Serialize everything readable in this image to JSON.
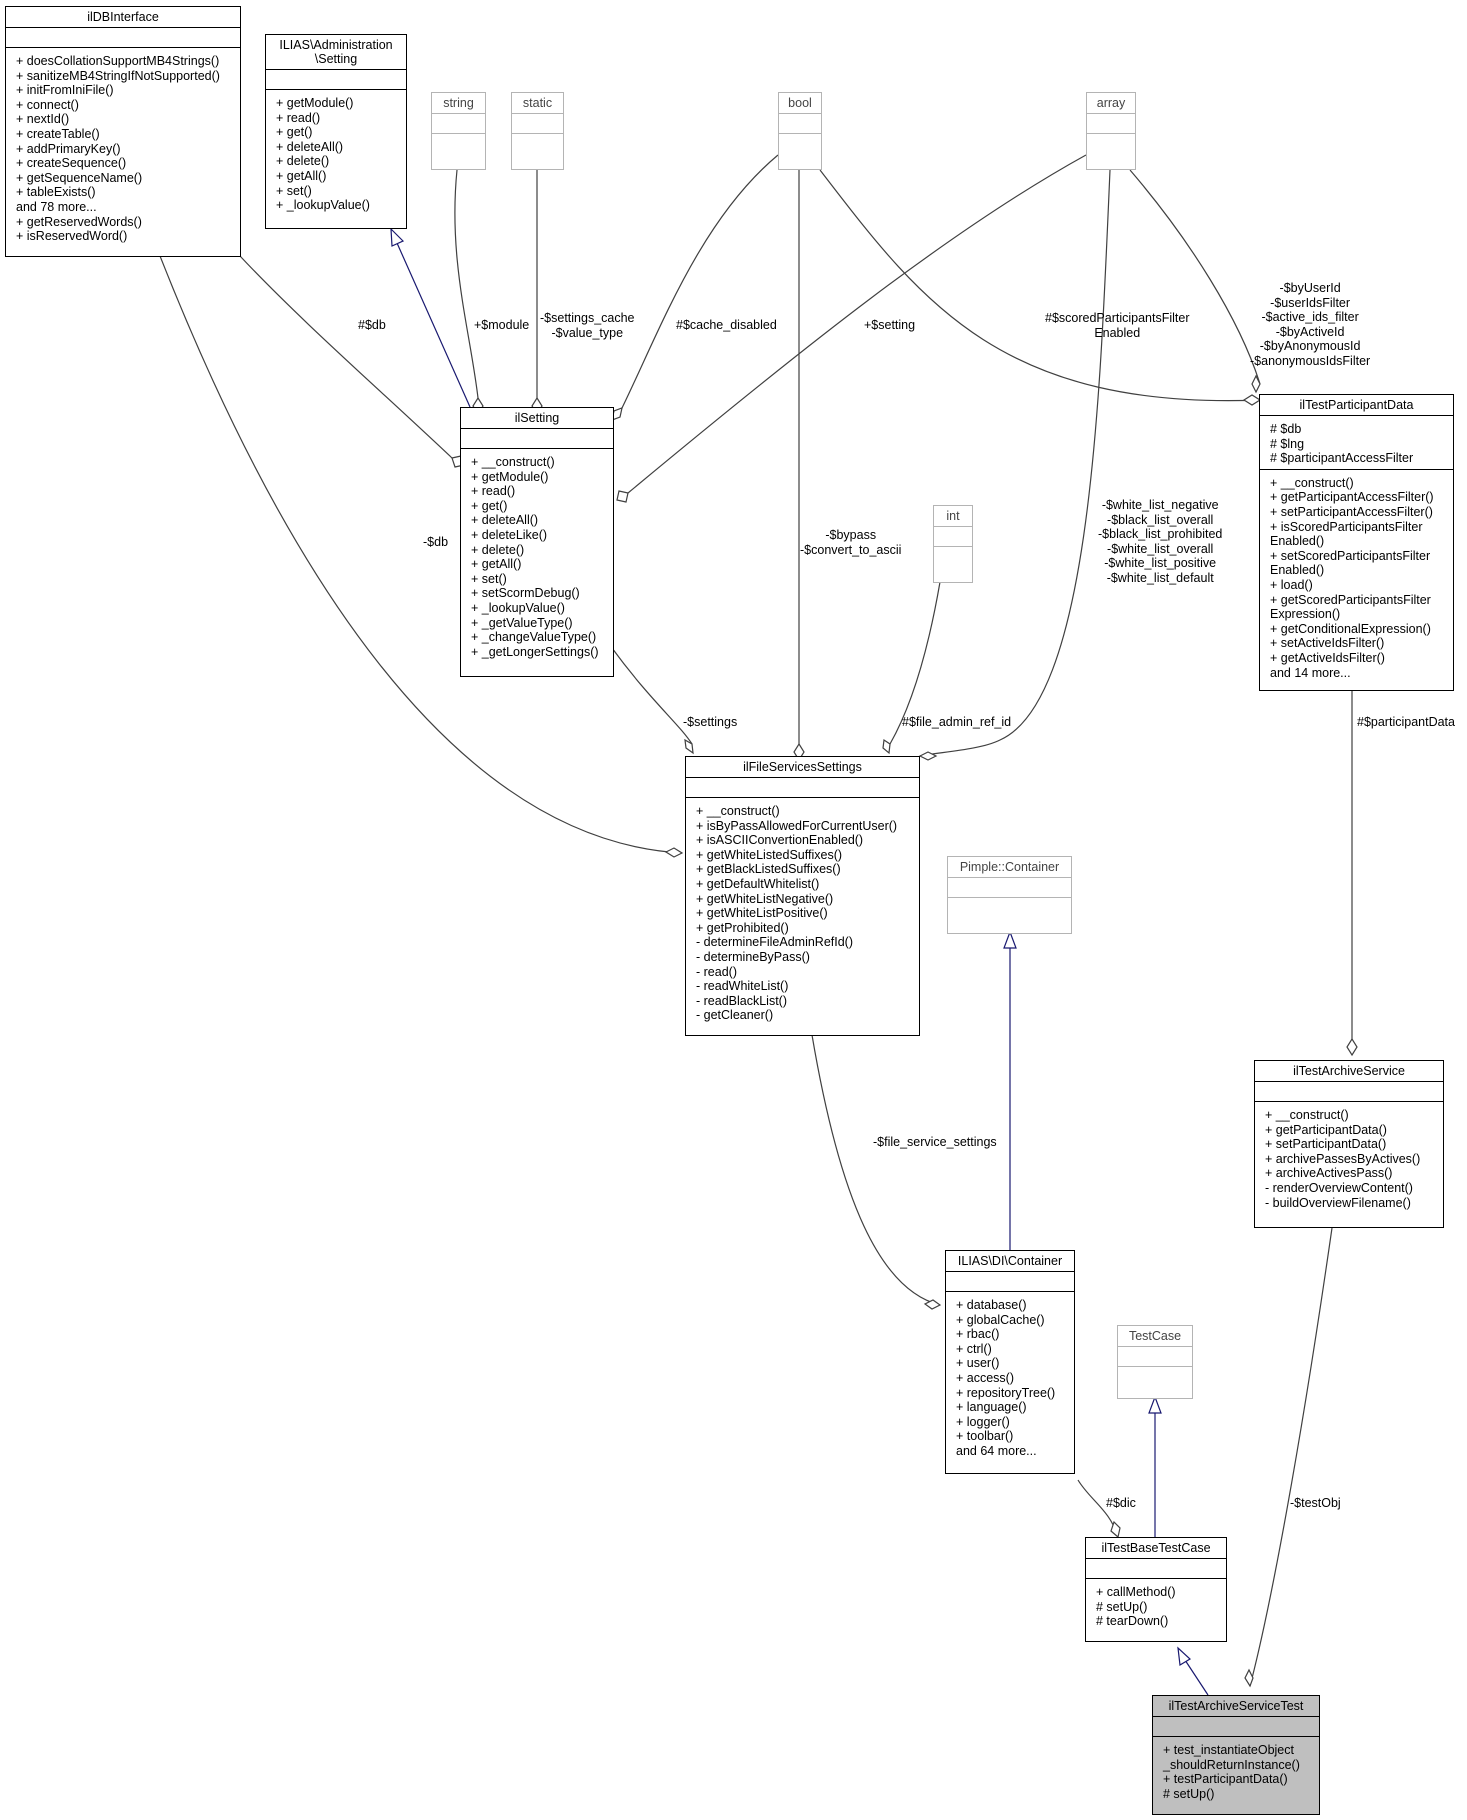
{
  "classes": {
    "ilDBInterface": {
      "name": "ilDBInterface",
      "attrs": [],
      "methods": [
        "+ doesCollationSupportMB4Strings()",
        "+ sanitizeMB4StringIfNotSupported()",
        "+ initFromIniFile()",
        "+ connect()",
        "+ nextId()",
        "+ createTable()",
        "+ addPrimaryKey()",
        "+ createSequence()",
        "+ getSequenceName()",
        "+ tableExists()",
        "and 78 more...",
        "+ getReservedWords()",
        "+ isReservedWord()"
      ]
    },
    "adminSetting": {
      "name": "ILIAS\\Administration\n\\Setting",
      "attrs": [],
      "methods": [
        "+ getModule()",
        "+ read()",
        "+ get()",
        "+ deleteAll()",
        "+ delete()",
        "+ getAll()",
        "+ set()",
        "+ _lookupValue()"
      ]
    },
    "string": {
      "name": "string"
    },
    "static": {
      "name": "static"
    },
    "bool": {
      "name": "bool"
    },
    "array": {
      "name": "array"
    },
    "int": {
      "name": "int"
    },
    "pimple": {
      "name": "Pimple::Container"
    },
    "testCase": {
      "name": "TestCase"
    },
    "ilSetting": {
      "name": "ilSetting",
      "attrs": [],
      "methods": [
        "+ __construct()",
        "+ getModule()",
        "+ read()",
        "+ get()",
        "+ deleteAll()",
        "+ deleteLike()",
        "+ delete()",
        "+ getAll()",
        "+ set()",
        "+ setScormDebug()",
        "+ _lookupValue()",
        "+ _getValueType()",
        "+ _changeValueType()",
        "+ _getLongerSettings()"
      ]
    },
    "ilTestParticipantData": {
      "name": "ilTestParticipantData",
      "attrs": [
        "# $db",
        "# $lng",
        "# $participantAccessFilter"
      ],
      "methods": [
        "+ __construct()",
        "+ getParticipantAccessFilter()",
        "+ setParticipantAccessFilter()",
        "+ isScoredParticipantsFilter",
        "Enabled()",
        "+ setScoredParticipantsFilter",
        "Enabled()",
        "+ load()",
        "+ getScoredParticipantsFilter",
        "Expression()",
        "+ getConditionalExpression()",
        "+ setActiveIdsFilter()",
        "+ getActiveIdsFilter()",
        "and 14 more..."
      ]
    },
    "ilFileServicesSettings": {
      "name": "ilFileServicesSettings",
      "attrs": [],
      "methods": [
        "+ __construct()",
        "+ isByPassAllowedForCurrentUser()",
        "+ isASCIIConvertionEnabled()",
        "+ getWhiteListedSuffixes()",
        "+ getBlackListedSuffixes()",
        "+ getDefaultWhitelist()",
        "+ getWhiteListNegative()",
        "+ getWhiteListPositive()",
        "+ getProhibited()",
        "- determineFileAdminRefId()",
        "- determineByPass()",
        "- read()",
        "- readWhiteList()",
        "- readBlackList()",
        "- getCleaner()"
      ]
    },
    "ilTestArchiveService": {
      "name": "ilTestArchiveService",
      "attrs": [],
      "methods": [
        "+ __construct()",
        "+ getParticipantData()",
        "+ setParticipantData()",
        "+ archivePassesByActives()",
        "+ archiveActivesPass()",
        "- renderOverviewContent()",
        "- buildOverviewFilename()"
      ]
    },
    "diContainer": {
      "name": "ILIAS\\DI\\Container",
      "attrs": [],
      "methods": [
        "+ database()",
        "+ globalCache()",
        "+ rbac()",
        "+ ctrl()",
        "+ user()",
        "+ access()",
        "+ repositoryTree()",
        "+ language()",
        "+ logger()",
        "+ toolbar()",
        "and 64 more..."
      ]
    },
    "ilTestBaseTestCase": {
      "name": "ilTestBaseTestCase",
      "attrs": [],
      "methods": [
        "+ callMethod()",
        "# setUp()",
        "# tearDown()"
      ]
    },
    "ilTestArchiveServiceTest": {
      "name": "ilTestArchiveServiceTest",
      "attrs": [],
      "methods": [
        "+ test_instantiateObject",
        "_shouldReturnInstance()",
        "+ testParticipantData()",
        "# setUp()"
      ]
    }
  },
  "edges": {
    "db_setting": "#$db",
    "module": "+$module",
    "settings_cache": "-$settings_cache\n-$value_type",
    "cache_disabled": "#$cache_disabled",
    "setting": "+$setting",
    "scored_filter": "#$scoredParticipantsFilter\nEnabled",
    "participant_filters": "-$byUserId\n-$userIdsFilter\n-$active_ids_filter\n-$byActiveId\n-$byAnonymousId\n-$anonymousIdsFilter",
    "db_fss": "-$db",
    "bypass": "-$bypass\n-$convert_to_ascii",
    "white_lists": "-$white_list_negative\n-$black_list_overall\n-$black_list_prohibited\n-$white_list_overall\n-$white_list_positive\n-$white_list_default",
    "settings": "-$settings",
    "file_admin": "#$file_admin_ref_id",
    "participant_data": "#$participantData",
    "file_service_settings": "-$file_service_settings",
    "dic": "#$dic",
    "test_obj": "-$testObj"
  },
  "colors": {
    "edge": "#404040",
    "inheritance": "#191970",
    "highlight": "#bfbfbf",
    "external_border": "#b4b4b4"
  }
}
